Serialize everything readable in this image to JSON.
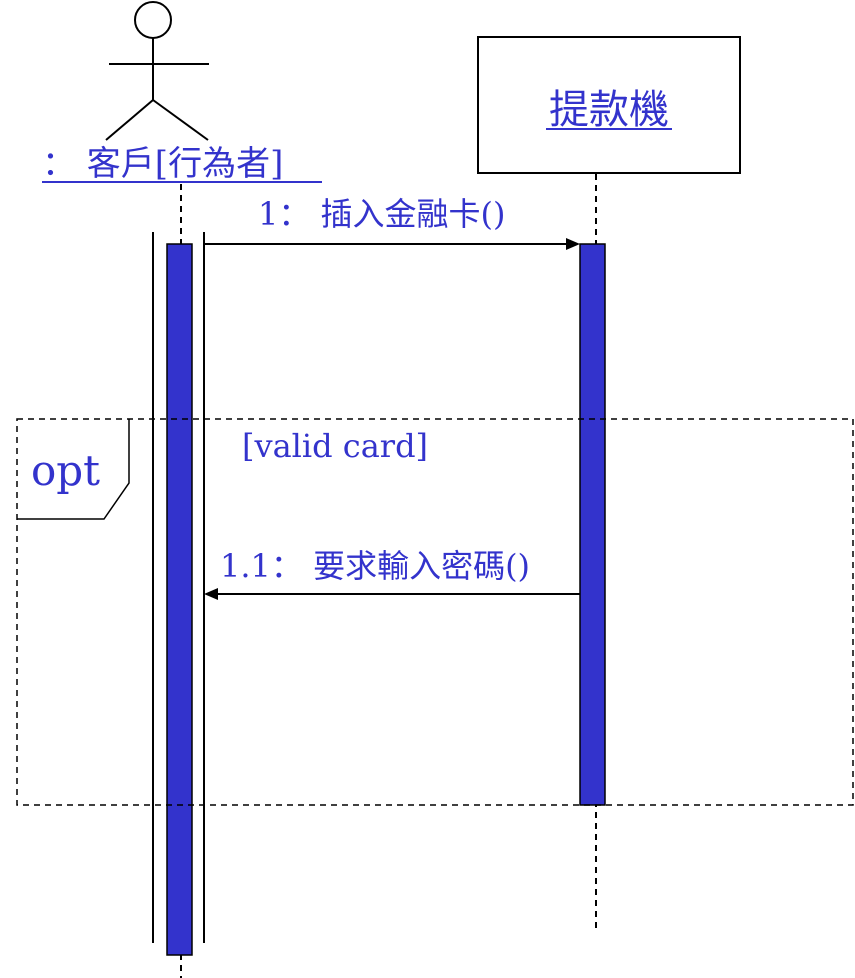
{
  "actor": {
    "label": "： 客戶[行為者]"
  },
  "atm": {
    "label": "提款機"
  },
  "messages": [
    {
      "label": "1：  插入金融卡()"
    },
    {
      "label": "1.1：  要求輸入密碼()"
    }
  ],
  "fragment": {
    "operator": "opt",
    "guard": "[valid card]"
  },
  "colors": {
    "activation_fill": "#3333cc",
    "text": "#3333cc",
    "line": "#000000"
  }
}
